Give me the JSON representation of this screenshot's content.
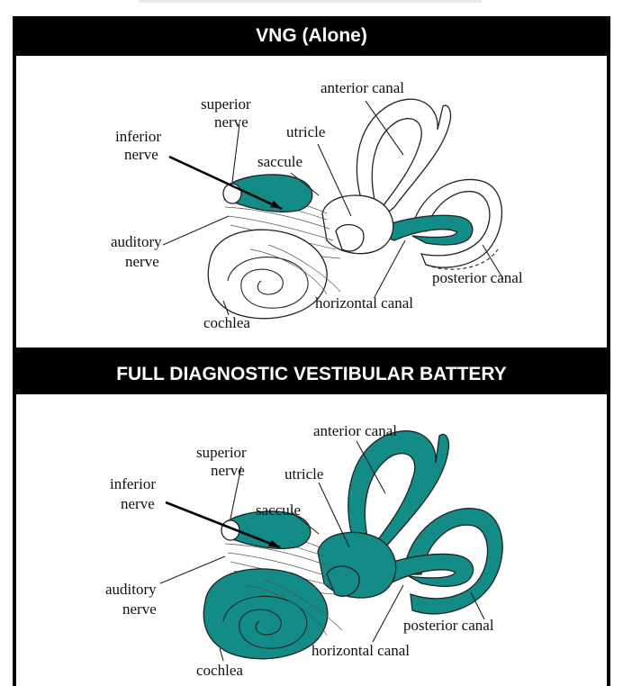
{
  "colors": {
    "teal": "#138b86",
    "header_bg": "#000000",
    "panel_bg": "#ffffff"
  },
  "panels": [
    {
      "title": "VNG (Alone)",
      "labels": {
        "anterior_canal": "anterior canal",
        "superior_nerve_1": "superior",
        "superior_nerve_2": "nerve",
        "utricle": "utricle",
        "inferior_nerve_1": "inferior",
        "inferior_nerve_2": "nerve",
        "saccule": "saccule",
        "auditory_nerve_1": "auditory",
        "auditory_nerve_2": "nerve",
        "posterior_canal": "posterior canal",
        "horizontal_canal": "horizontal canal",
        "cochlea": "cochlea"
      }
    },
    {
      "title": "FULL DIAGNOSTIC VESTIBULAR BATTERY",
      "labels": {
        "anterior_canal": "anterior canal",
        "superior_nerve_1": "superior",
        "superior_nerve_2": "nerve",
        "utricle": "utricle",
        "inferior_nerve_1": "inferior",
        "inferior_nerve_2": "nerve",
        "saccule": "saccule",
        "auditory_nerve_1": "auditory",
        "auditory_nerve_2": "nerve",
        "posterior_canal": "posterior canal",
        "horizontal_canal": "horizontal canal",
        "cochlea": "cochlea"
      }
    }
  ]
}
